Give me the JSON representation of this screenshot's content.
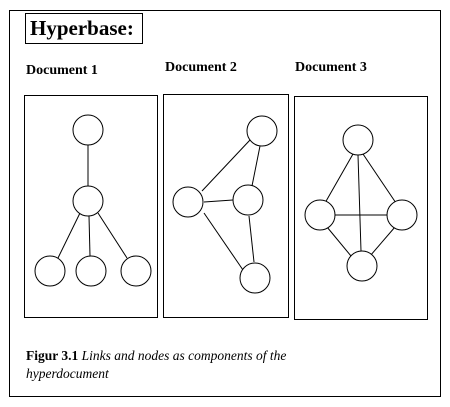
{
  "title": "Hyperbase:",
  "documents": [
    {
      "label": "Document 1"
    },
    {
      "label": "Document 2"
    },
    {
      "label": "Document 3"
    }
  ],
  "caption": {
    "number": "Figur 3.1",
    "text": "Links and nodes as components of the hyperdocument"
  }
}
